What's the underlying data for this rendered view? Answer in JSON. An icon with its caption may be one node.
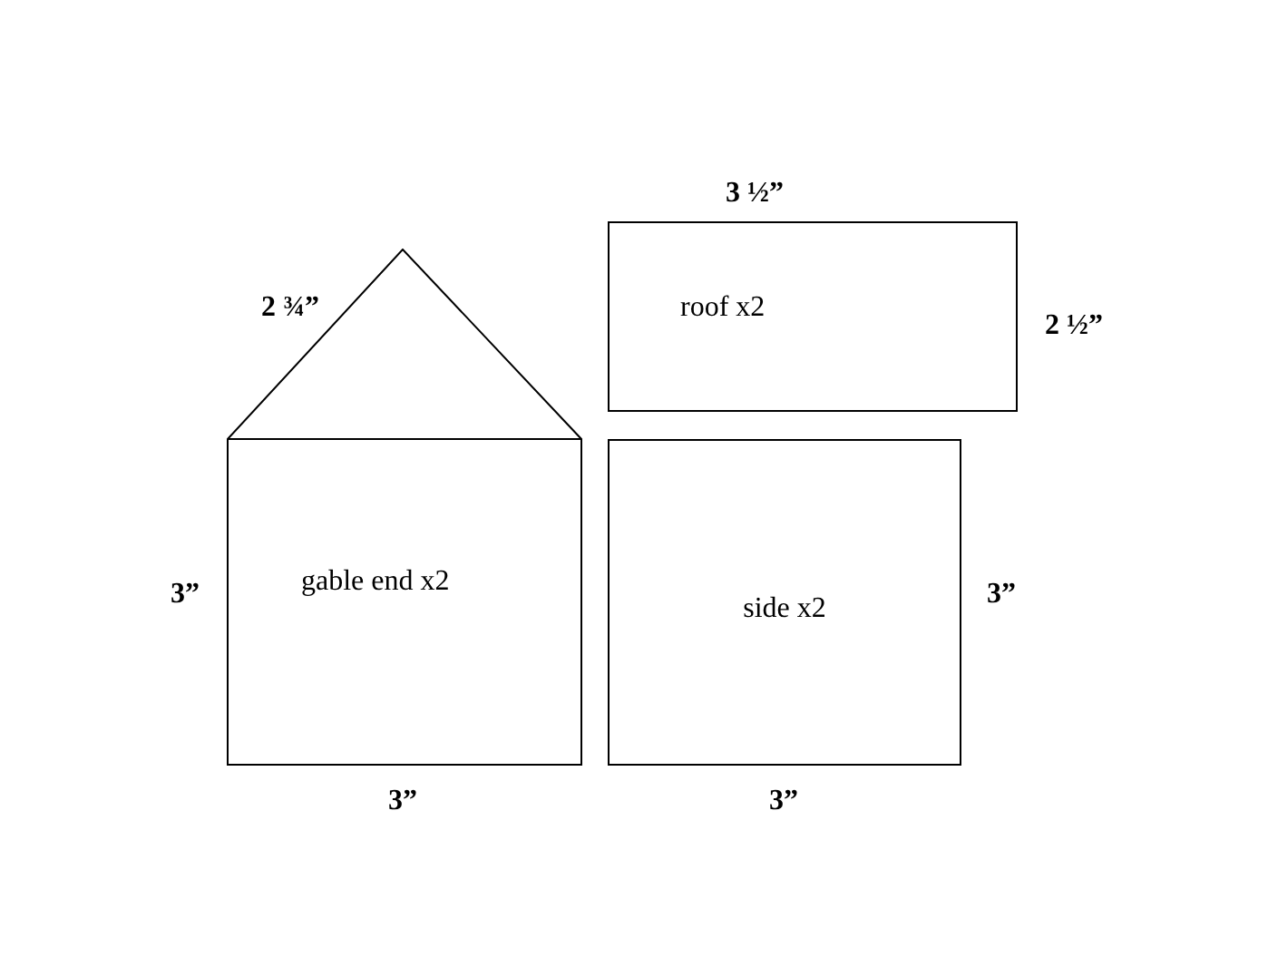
{
  "diagram": {
    "nodes": [
      {
        "text": [
          "gable end x2"
        ]
      },
      {
        "text": [
          "roof x2"
        ]
      },
      {
        "text": [
          "side x2"
        ]
      }
    ],
    "labels": [
      "3 ½”",
      "2 ¾”",
      "2 ½”",
      "3”",
      "3”",
      "3”",
      "3”"
    ]
  }
}
